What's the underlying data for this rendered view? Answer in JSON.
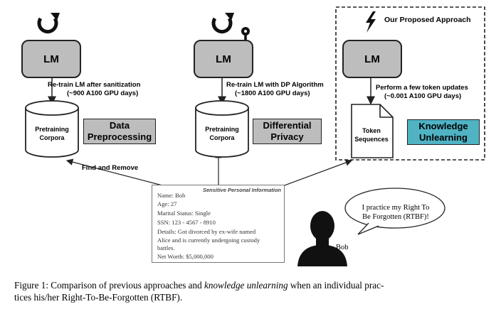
{
  "panels": {
    "left": {
      "lm": "LM",
      "arrow_label_1": "Re-train LM after sanitization",
      "arrow_label_2": "(~900 A100 GPU days)",
      "corpora_1": "Pretraining",
      "corpora_2": "Corpora",
      "method_1": "Data",
      "method_2": "Preprocessing",
      "find_remove": "Find and Remove"
    },
    "middle": {
      "lm": "LM",
      "arrow_label_1": "Re-train LM with DP Algorithm",
      "arrow_label_2": "(~1800 A100 GPU days)",
      "corpora_1": "Pretraining",
      "corpora_2": "Corpora",
      "method_1": "Differential",
      "method_2": "Privacy"
    },
    "right": {
      "title": "Our Proposed Approach",
      "lm": "LM",
      "arrow_label_1": "Perform a few token updates",
      "arrow_label_2": "(~0.001 A100 GPU days)",
      "doc_1": "Token",
      "doc_2": "Sequences",
      "method_1": "Knowledge",
      "method_2": "Unlearning",
      "method_color": "#4fb3c4"
    }
  },
  "card": {
    "header": "Sensitive Personal Information",
    "name": "Name: Bob",
    "age": "Age: 27",
    "marital": "Marital Status: Single",
    "ssn": "SSN: 123 - 4567 - 8910",
    "details_1": "Details: Got divorced by ex-wife named",
    "details_2": "Alice and is currently undergoing custody",
    "details_3": "battles.",
    "net_worth": "Net Worth: $5,000,000"
  },
  "person": {
    "name": "Bob",
    "speech_1": "I practice my Right To",
    "speech_2": "Be Forgotten (RTBF)!"
  },
  "caption": {
    "prefix": "Figure 1: Comparison of previous approaches and ",
    "emph": "knowledge unlearning",
    "suffix_1": " when an individual prac-",
    "line_2": "tices his/her Right-To-Be-Forgotten (RTBF)."
  },
  "icons": {
    "refresh": "refresh-icon",
    "key": "key-icon",
    "bolt": "lightning-icon",
    "person": "person-silhouette-icon"
  }
}
